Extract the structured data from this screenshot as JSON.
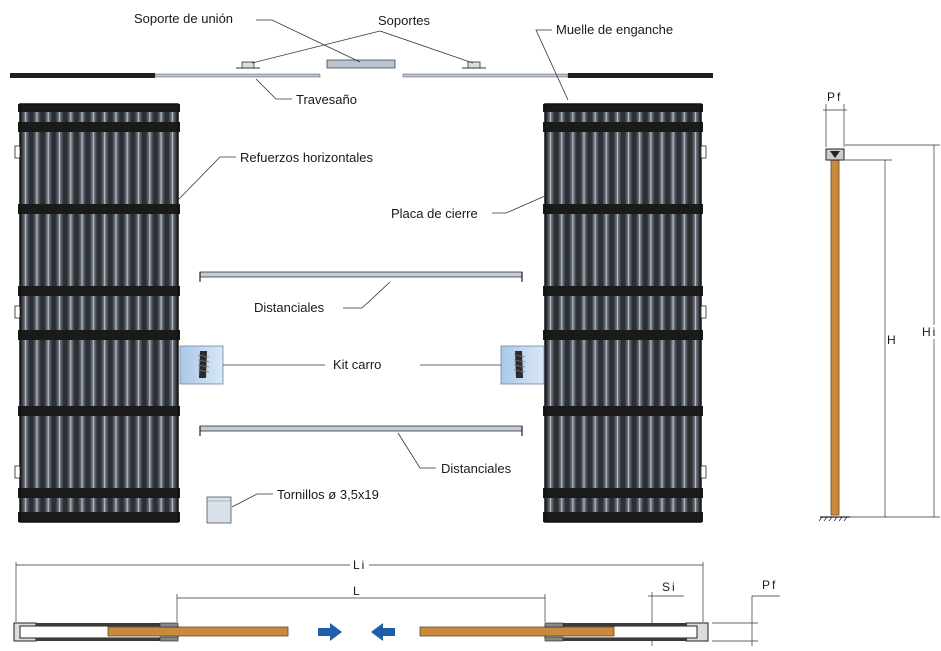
{
  "labels": {
    "soporte_union": "Soporte de unión",
    "soportes": "Soportes",
    "muelle_enganche": "Muelle de enganche",
    "travesano": "Travesaño",
    "refuerzos_horizontales": "Refuerzos horizontales",
    "placa_cierre": "Placa de cierre",
    "distanciales_top": "Distanciales",
    "kit_carro": "Kit carro",
    "distanciales_bottom": "Distanciales",
    "tornillos": "Tornillos ø 3,5x19"
  },
  "dimensions": {
    "pf_side": "Pf",
    "h": "H",
    "hi": "Hi",
    "li": "Li",
    "l": "L",
    "si": "Si",
    "pf_plan": "Pf"
  },
  "colors": {
    "frame_dark": "#1e1e1e",
    "panel_light": "#c9d3e0",
    "wood": "#c98a3e",
    "arrow_blue": "#1f5fa8",
    "kit_blue": "#bcd6ef",
    "line": "#333333"
  }
}
